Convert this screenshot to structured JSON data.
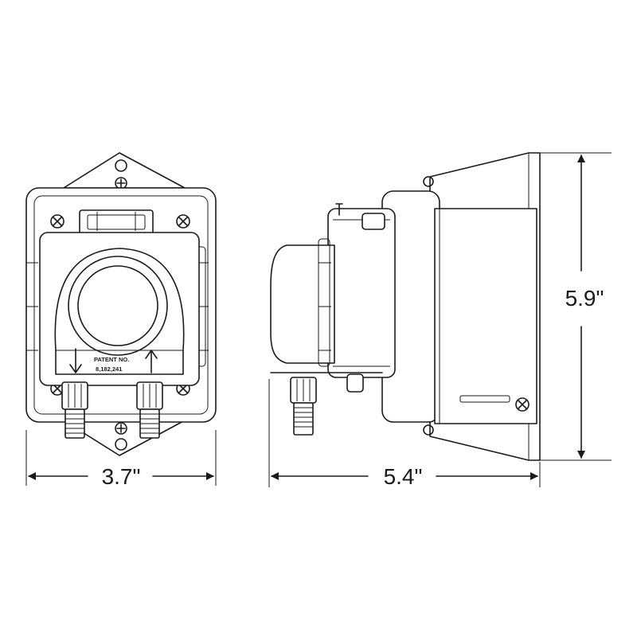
{
  "dimensions": {
    "width": "3.7\"",
    "depth": "5.4\"",
    "height": "5.9\""
  },
  "label": {
    "patent_heading": "PATENT NO.",
    "patent_number": "8,182,241"
  }
}
